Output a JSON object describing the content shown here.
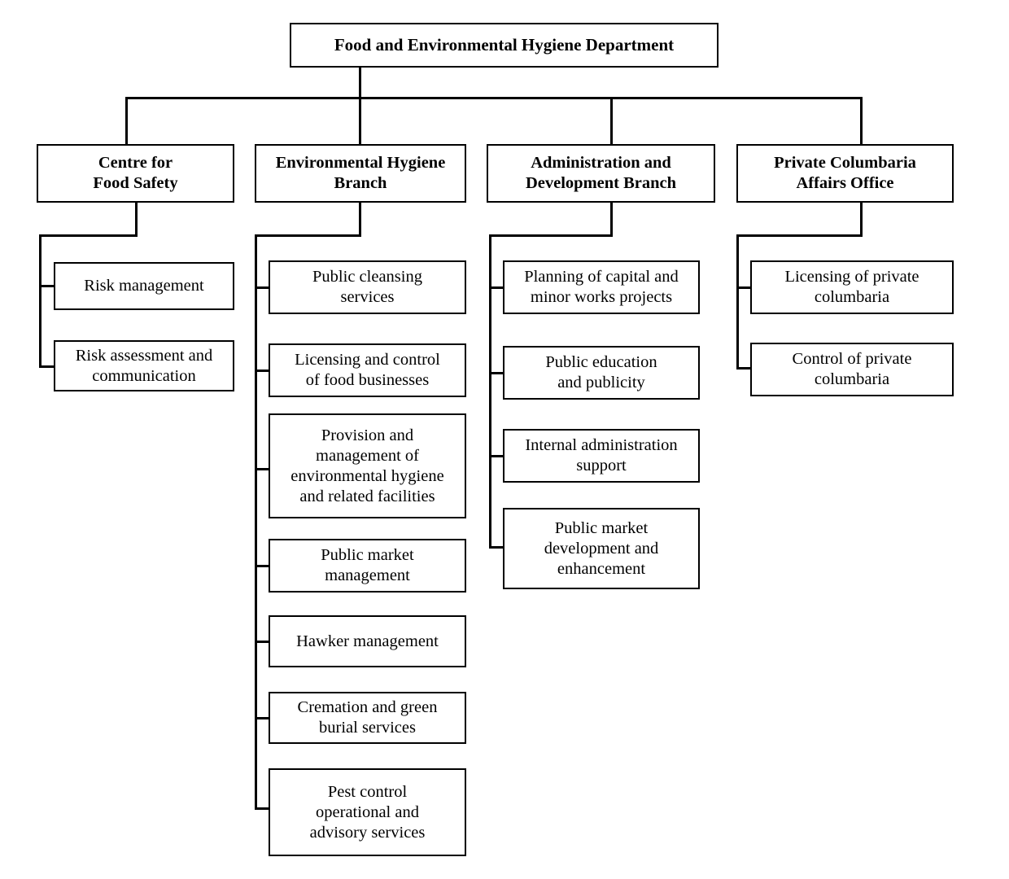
{
  "diagram": {
    "title": "Food and Environmental Hygiene Department",
    "type": "organisational-chart",
    "line_color": "#000000",
    "background_color": "#ffffff",
    "text_color": "#000000"
  },
  "root": {
    "label": "Food and Environmental Hygiene Department"
  },
  "branches": [
    {
      "id": "centre-for-food-safety",
      "label": "Centre for\nFood Safety",
      "children": [
        {
          "id": "risk-management",
          "label": "Risk management"
        },
        {
          "id": "risk-assessment-and-communication",
          "label": "Risk assessment and\ncommunication"
        }
      ]
    },
    {
      "id": "environmental-hygiene-branch",
      "label": "Environmental Hygiene\nBranch",
      "children": [
        {
          "id": "public-cleansing-services",
          "label": "Public cleansing\nservices"
        },
        {
          "id": "licensing-and-control-of-food-businesses",
          "label": "Licensing and control\nof food businesses"
        },
        {
          "id": "provision-and-management-of-environmental-hygiene-and-related-facilities",
          "label": "Provision and\nmanagement of\nenvironmental hygiene\nand related facilities"
        },
        {
          "id": "public-market-management",
          "label": "Public market\nmanagement"
        },
        {
          "id": "hawker-management",
          "label": "Hawker management"
        },
        {
          "id": "cremation-and-green-burial-services",
          "label": "Cremation and green\nburial services"
        },
        {
          "id": "pest-control-operational-and-advisory-services",
          "label": "Pest control\noperational and\nadvisory services"
        }
      ]
    },
    {
      "id": "administration-and-development-branch",
      "label": "Administration and\nDevelopment Branch",
      "children": [
        {
          "id": "planning-of-capital-and-minor-works-projects",
          "label": "Planning of capital and\nminor works projects"
        },
        {
          "id": "public-education-and-publicity",
          "label": "Public education\nand publicity"
        },
        {
          "id": "internal-administration-support",
          "label": "Internal administration\nsupport"
        },
        {
          "id": "public-market-development-and-enhancement",
          "label": "Public market\ndevelopment and\nenhancement"
        }
      ]
    },
    {
      "id": "private-columbaria-affairs-office",
      "label": "Private Columbaria\nAffairs Office",
      "children": [
        {
          "id": "licensing-of-private-columbaria",
          "label": "Licensing of private\ncolumbaria"
        },
        {
          "id": "control-of-private-columbaria",
          "label": "Control of private\ncolumbaria"
        }
      ]
    }
  ]
}
